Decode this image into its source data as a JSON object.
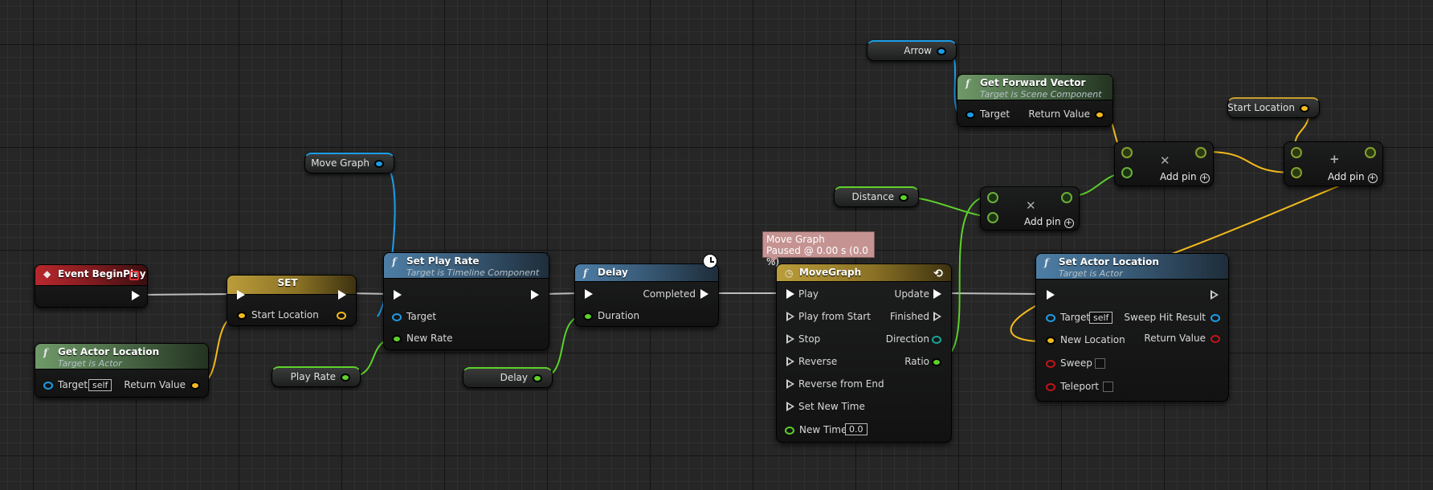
{
  "nodes": {
    "begin_play": {
      "title": "Event BeginPlay"
    },
    "get_actor_location": {
      "title": "Get Actor Location",
      "subtitle": "Target is Actor",
      "target_label": "Target",
      "target_value": "self",
      "return_label": "Return Value"
    },
    "set": {
      "title": "SET",
      "pin_label": "Start Location"
    },
    "move_graph_var": {
      "label": "Move Graph"
    },
    "play_rate_var": {
      "label": "Play Rate"
    },
    "set_play_rate": {
      "title": "Set Play Rate",
      "subtitle": "Target is Timeline Component",
      "target_label": "Target",
      "rate_label": "New Rate"
    },
    "delay_var": {
      "label": "Delay"
    },
    "delay": {
      "title": "Delay",
      "completed_label": "Completed",
      "duration_label": "Duration"
    },
    "tooltip": {
      "line1": "Move Graph",
      "line2": "Paused @ 0.00 s (0.0 %)"
    },
    "timeline": {
      "title": "MoveGraph",
      "inputs": [
        "Play",
        "Play from Start",
        "Stop",
        "Reverse",
        "Reverse from End",
        "Set New Time",
        "New Time"
      ],
      "new_time_value": "0.0",
      "outputs": [
        "Update",
        "Finished",
        "Direction",
        "Ratio"
      ]
    },
    "distance_var": {
      "label": "Distance"
    },
    "arrow_var": {
      "label": "Arrow"
    },
    "get_forward_vector": {
      "title": "Get Forward Vector",
      "subtitle": "Target is Scene Component",
      "target_label": "Target",
      "return_label": "Return Value"
    },
    "start_location_var": {
      "label": "Start Location"
    },
    "multiply_float": {
      "add_pin": "Add pin"
    },
    "multiply_vector": {
      "add_pin": "Add pin"
    },
    "add_vector": {
      "add_pin": "Add pin"
    },
    "set_actor_location": {
      "title": "Set Actor Location",
      "subtitle": "Target is Actor",
      "target_label": "Target",
      "target_value": "self",
      "new_location_label": "New Location",
      "sweep_label": "Sweep",
      "teleport_label": "Teleport",
      "sweep_hit_label": "Sweep Hit Result",
      "return_label": "Return Value"
    }
  },
  "colors": {
    "exec": "#ffffff",
    "object": "#1b9ee8",
    "vector": "#f3bb1c",
    "float": "#5dd22a",
    "function_header": "#4d7ea6",
    "pure_header": "#6f9968",
    "event_header": "#b8272c",
    "variable_set_header": "#bb9d3a"
  },
  "icons": {
    "function": "function-icon",
    "event": "event-diamond-icon",
    "timeline": "clock-icon",
    "loop": "loop-icon",
    "latent": "latent-clock-icon",
    "multiply": "multiply-icon",
    "add": "plus-icon"
  }
}
